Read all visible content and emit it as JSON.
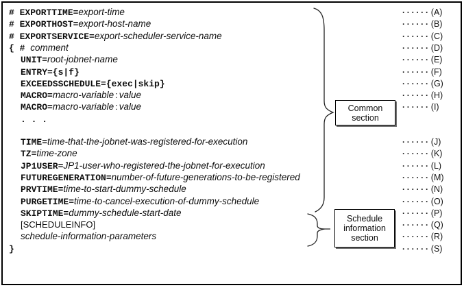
{
  "diagram": {
    "leader_dots": "······",
    "rows": [
      {
        "seg": [
          [
            "# EXPORTTIME=",
            "code"
          ],
          [
            "export-time",
            "var"
          ]
        ],
        "label": "(A)",
        "indent": false
      },
      {
        "seg": [
          [
            "# EXPORTHOST=",
            "code"
          ],
          [
            "export-host-name",
            "var"
          ]
        ],
        "label": "(B)",
        "indent": false
      },
      {
        "seg": [
          [
            "# EXPORTSERVICE=",
            "code"
          ],
          [
            "export-scheduler-service-name",
            "var"
          ]
        ],
        "label": "(C)",
        "indent": false
      },
      {
        "seg": [
          [
            "{ # ",
            "code"
          ],
          [
            "comment",
            "var"
          ]
        ],
        "label": "(D)",
        "indent": false
      },
      {
        "seg": [
          [
            "UNIT=",
            "code"
          ],
          [
            "root-jobnet-name",
            "var"
          ]
        ],
        "label": "(E)",
        "indent": true
      },
      {
        "seg": [
          [
            "ENTRY={s|f}",
            "code"
          ]
        ],
        "label": "(F)",
        "indent": true
      },
      {
        "seg": [
          [
            "EXCEEDSSCHEDULE={exec|skip}",
            "code"
          ]
        ],
        "label": "(G)",
        "indent": true
      },
      {
        "seg": [
          [
            "MACRO=",
            "code"
          ],
          [
            "macro-variable",
            "var"
          ],
          [
            ":",
            "colon"
          ],
          [
            "value",
            "var"
          ]
        ],
        "label": "(H)",
        "indent": true
      },
      {
        "seg": [
          [
            "MACRO=",
            "code"
          ],
          [
            "macro-variable",
            "var"
          ],
          [
            ":",
            "colon"
          ],
          [
            "value",
            "var"
          ]
        ],
        "label": "(I)",
        "indent": true
      },
      {
        "seg": [
          [
            ". . .",
            "code"
          ]
        ],
        "label": null,
        "indent": true
      },
      {
        "seg": [
          [
            "TIME=",
            "code"
          ],
          [
            "time-that-the-jobnet-was-registered-for-execution",
            "var"
          ]
        ],
        "label": "(J)",
        "indent": true
      },
      {
        "seg": [
          [
            "TZ=",
            "code"
          ],
          [
            "time-zone",
            "var"
          ]
        ],
        "label": "(K)",
        "indent": true
      },
      {
        "seg": [
          [
            "JP1USER=",
            "code"
          ],
          [
            "JP1-user-who-registered-the-jobnet-for-execution",
            "var"
          ]
        ],
        "label": "(L)",
        "indent": true
      },
      {
        "seg": [
          [
            "FUTUREGENERATION=",
            "code"
          ],
          [
            "number-of-future-generations-to-be-registered",
            "var"
          ]
        ],
        "label": "(M)",
        "indent": true
      },
      {
        "seg": [
          [
            "PRVTIME=",
            "code"
          ],
          [
            "time-to-start-dummy-schedule",
            "var"
          ]
        ],
        "label": "(N)",
        "indent": true
      },
      {
        "seg": [
          [
            "PURGETIME=",
            "code"
          ],
          [
            "time-to-cancel-execution-of-dummy-schedule",
            "var"
          ]
        ],
        "label": "(O)",
        "indent": true
      },
      {
        "seg": [
          [
            "SKIPTIME=",
            "code"
          ],
          [
            "dummy-schedule-start-date",
            "var"
          ]
        ],
        "label": "(P)",
        "indent": true
      },
      {
        "seg": [
          [
            "[SCHEDULEINFO]",
            "plain"
          ]
        ],
        "label": "(Q)",
        "indent": true
      },
      {
        "seg": [
          [
            "schedule-information-parameters",
            "var"
          ]
        ],
        "label": "(R)",
        "indent": true
      },
      {
        "seg": [
          [
            "}",
            "code"
          ]
        ],
        "label": "(S)",
        "indent": false
      }
    ],
    "boxes": {
      "common": {
        "line1": "Common",
        "line2": "section"
      },
      "schedule": {
        "line1": "Schedule",
        "line2": "information",
        "line3": "section"
      }
    },
    "colors": {
      "ink": "#0d0d0d",
      "frame": "#000000",
      "background": "#ffffff"
    }
  }
}
